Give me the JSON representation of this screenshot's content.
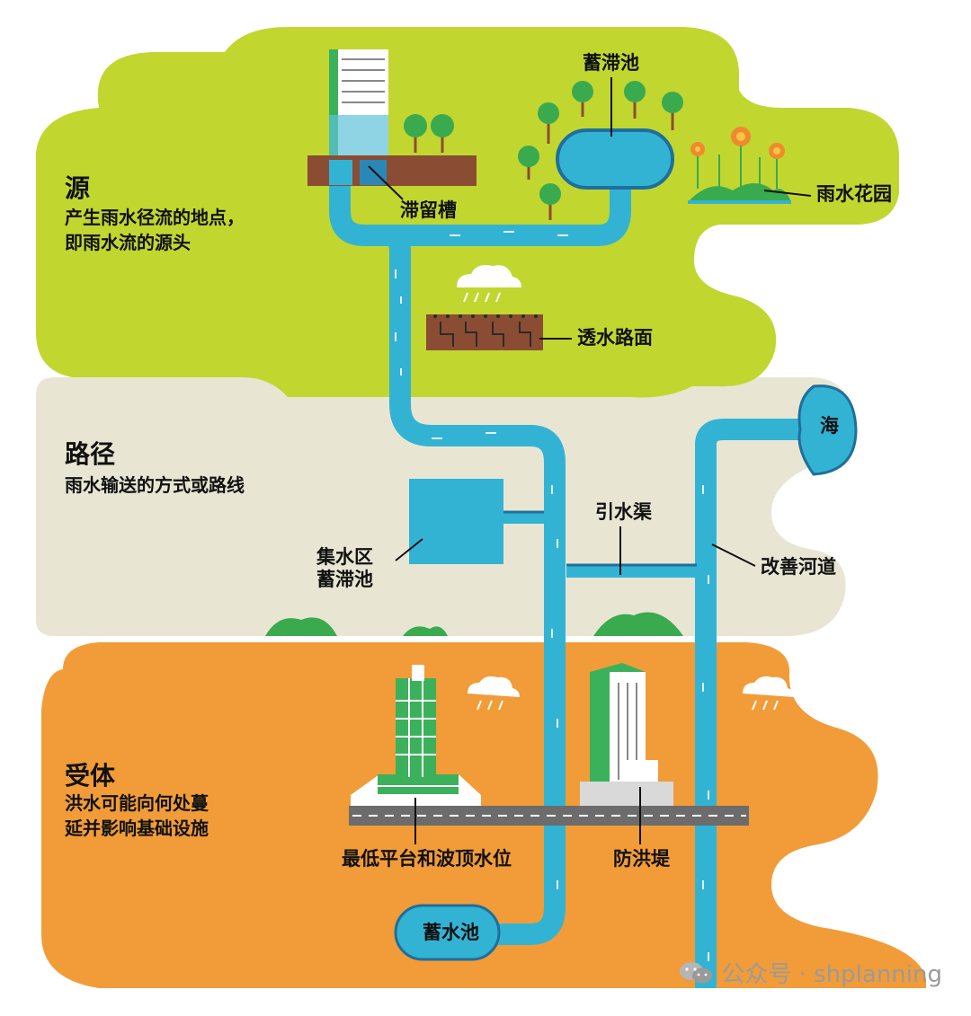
{
  "zones": {
    "source": {
      "title": "源",
      "desc": "产生雨水径流的地点，\n即雨水流的源头"
    },
    "pathway": {
      "title": "路径",
      "desc": "雨水输送的方式或路线"
    },
    "receptor": {
      "title": "受体",
      "desc": "洪水可能向何处蔓\n延并影响基础设施"
    }
  },
  "labels": {
    "detention_pond_top": "蓄滞池",
    "rain_garden": "雨水花园",
    "retention_trench": "滞留槽",
    "permeable_pavement": "透水路面",
    "sea": "海",
    "diversion_channel": "引水渠",
    "catchment_pond": "集水区\n蓄滞池",
    "improved_river": "改善河道",
    "min_platform": "最低平台和波顶水位",
    "flood_wall": "防洪堤",
    "storage_pond": "蓄水池"
  },
  "watermark": {
    "text": "公众号 · shplanning"
  },
  "colors": {
    "green_zone": "#c2d630",
    "beige_zone": "#e8e6d3",
    "orange_zone": "#f19c38",
    "water": "#33b3d4",
    "water_dark": "#1f8fb4",
    "soil": "#8a4d33",
    "tree_green": "#3aaa4f",
    "building_green": "#3bb15b"
  }
}
